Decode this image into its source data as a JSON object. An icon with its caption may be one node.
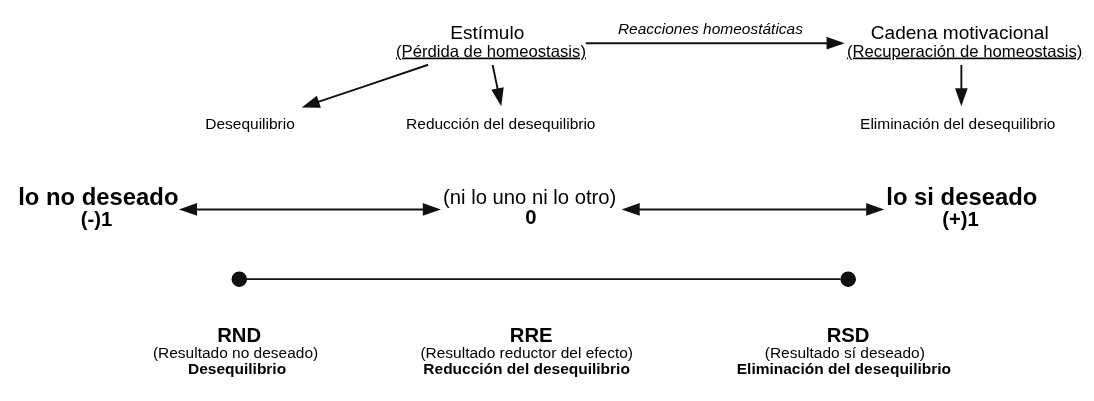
{
  "diagram": {
    "nodes": [
      {
        "text": [
          "Estímulo",
          "(Pérdida de homeostasis)"
        ]
      },
      {
        "text": [
          "Cadena motivacional",
          "(Recuperación de homeostasis)"
        ]
      },
      {
        "text": [
          "Desequilibrio"
        ]
      },
      {
        "text": [
          "Reducción del desequilibrio"
        ]
      },
      {
        "text": [
          "Eliminación del desequilibrio"
        ]
      },
      {
        "text": [
          "lo no deseado",
          "(-)1"
        ]
      },
      {
        "text": [
          "(ni lo uno ni lo otro)",
          "0"
        ]
      },
      {
        "text": [
          "lo si deseado",
          "(+)1"
        ]
      },
      {
        "text": [],
        "shape": "circle",
        "beside": [
          "RND",
          "(Resultado no deseado)",
          "Desequilibrio"
        ]
      },
      {
        "text": [],
        "shape": "circle",
        "beside": [
          "RSD",
          "(Resultado sí deseado)",
          "Eliminación del desequilibrio"
        ]
      }
    ],
    "edges": [
      {
        "from": 0,
        "to": 1,
        "arrow": "to",
        "label": "Reacciones homeostáticas"
      },
      {
        "from": 0,
        "to": 3,
        "arrow": "to"
      },
      {
        "from": 0,
        "to": 2,
        "arrow": "to"
      },
      {
        "from": 1,
        "to": 4,
        "arrow": "to"
      },
      {
        "from": 5,
        "to": 6,
        "arrow": "both"
      },
      {
        "from": 6,
        "to": 7,
        "arrow": "both"
      },
      {
        "from": 8,
        "to": 9,
        "arrow": "none"
      }
    ],
    "labels": [
      "RRE",
      "(Resultado reductor del efecto)",
      "Reducción del desequilibrio"
    ]
  }
}
